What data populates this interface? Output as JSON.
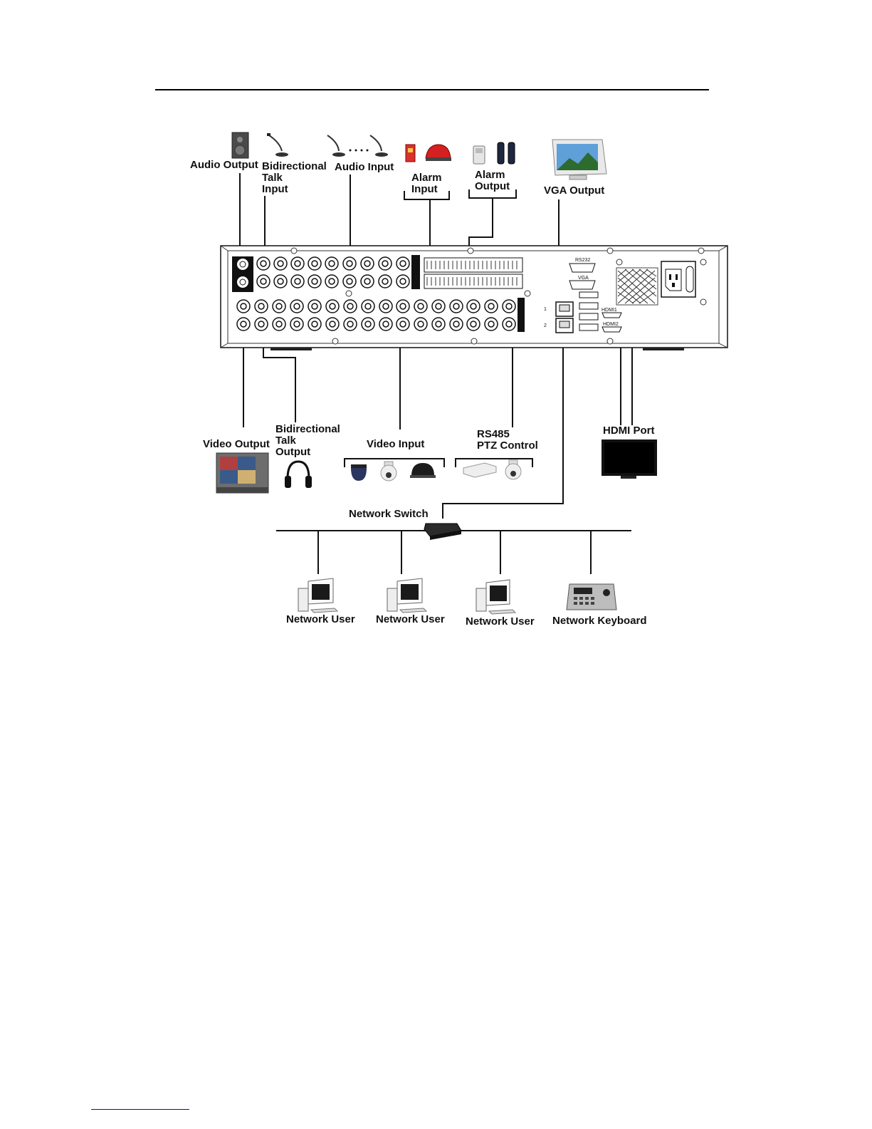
{
  "labels": {
    "audio_output": "Audio Output",
    "bidirectional_talk_input": [
      "Bidirectional",
      "Talk",
      "Input"
    ],
    "audio_input": "Audio Input",
    "alarm_input": [
      "Alarm",
      "Input"
    ],
    "alarm_output": [
      "Alarm",
      "Output"
    ],
    "vga_output": "VGA Output",
    "video_output": "Video Output",
    "bidirectional_talk_output": [
      "Bidirectional",
      "Talk",
      "Output"
    ],
    "video_input": "Video Input",
    "rs485_ptz": [
      "RS485",
      "PTZ Control"
    ],
    "hdmi_port": "HDMI Port",
    "network_switch": "Network Switch",
    "network_user_1": "Network User",
    "network_user_2": "Network User",
    "network_user_3": "Network User",
    "network_keyboard": "Network Keyboard"
  },
  "panel_markings": {
    "rs232": "RS232",
    "vga": "VGA",
    "hdmi1": "HDMI1",
    "hdmi2": "HDMI2",
    "lan1": "1",
    "lan2": "2"
  },
  "icons": [
    "speaker-icon",
    "microphone-icon",
    "siren-icon",
    "motion-sensor-icon",
    "beam-sensor-icon",
    "crt-monitor-icon",
    "crt-tv-icon",
    "headphones-icon",
    "ptz-camera-icon",
    "dome-camera-icon",
    "decoder-box-icon",
    "lcd-tv-icon",
    "network-switch-icon",
    "desktop-pc-icon",
    "ptz-keyboard-icon"
  ],
  "colors": {
    "line": "#111111",
    "panel": "#ffffff",
    "rule": "#000000",
    "footer_rule": "#0000ff"
  }
}
